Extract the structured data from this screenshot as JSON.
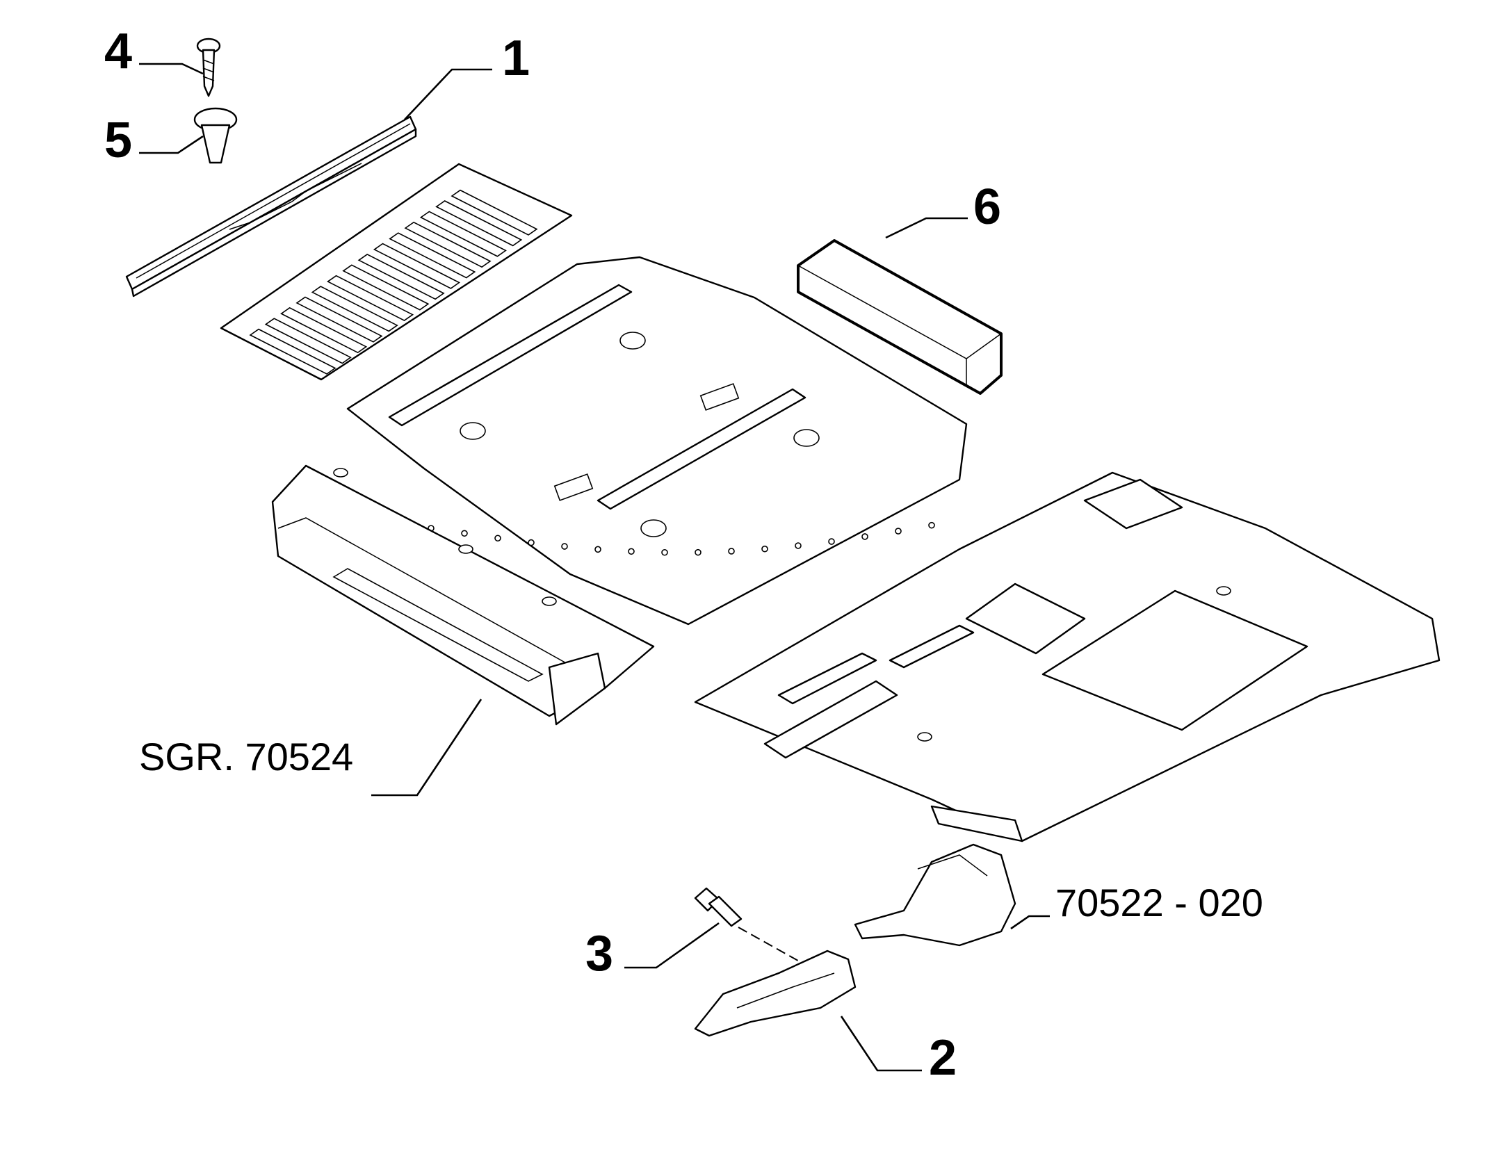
{
  "labels": {
    "part_1": "1",
    "part_2": "2",
    "part_3": "3",
    "part_4": "4",
    "part_5": "5",
    "part_6": "6",
    "ref_group": "SGR. 70524",
    "ref_catalog": "70522 - 020"
  },
  "colors": {
    "line": "#000000",
    "background": "#ffffff"
  }
}
